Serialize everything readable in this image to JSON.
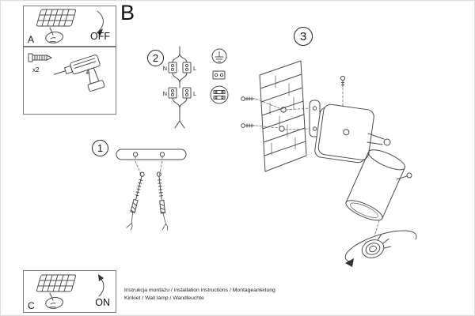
{
  "sheet": {
    "section_b_label": "B",
    "footer_line1": "Instrukcja montażu / installation instructions / Montageanleitung",
    "footer_line2": "Kinkiet / Wall lamp / Wandleuchte"
  },
  "panel_a": {
    "label": "A",
    "state": "OFF"
  },
  "panel_c": {
    "label": "C",
    "state": "ON"
  },
  "panel_tools": {
    "anchor_count": "x2"
  },
  "steps": {
    "one": "1",
    "two": "2",
    "three": "3"
  },
  "wiring": {
    "top_n": "N",
    "top_l": "L",
    "bottom_n": "N",
    "bottom_l": "L"
  }
}
